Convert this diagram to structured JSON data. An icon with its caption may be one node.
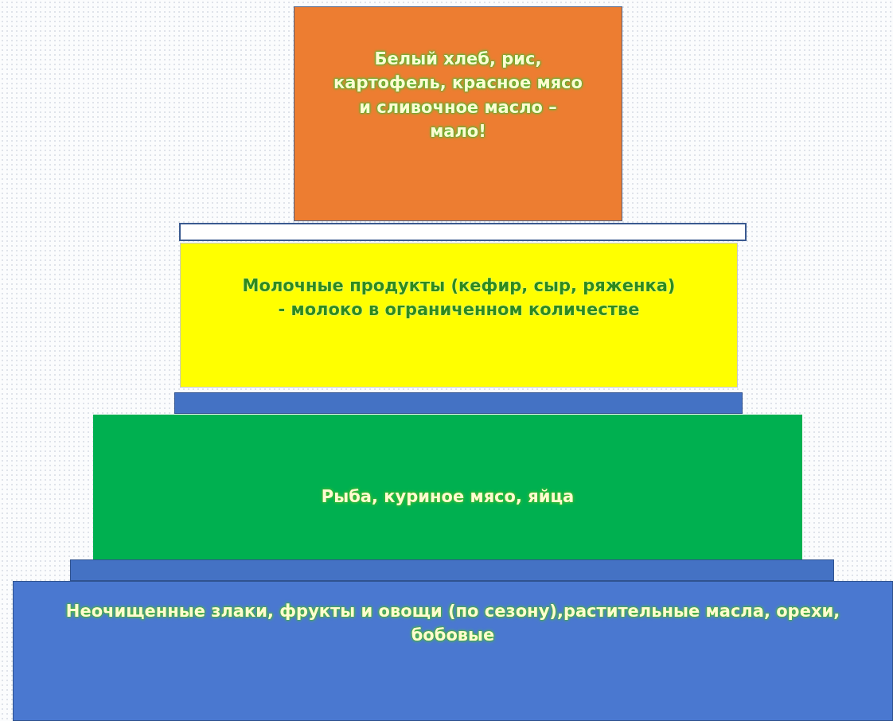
{
  "diagram": {
    "nodes": [
      {
        "text": [
          "Белый хлеб, рис, картофель, красное мясо и сливочное масло – мало!"
        ]
      },
      {
        "text": [],
        "shape": "bar"
      },
      {
        "text": [
          "Молочные продукты (кефир, сыр, ряженка) - молоко в ограниченном количестве"
        ]
      },
      {
        "text": [],
        "shape": "bar"
      },
      {
        "text": [
          "Рыба, куриное мясо, яйца"
        ]
      },
      {
        "text": [],
        "shape": "bar"
      },
      {
        "text": [
          "Неочищенные злаки, фрукты и овощи (по сезону),растительные масла, орехи, бобовые"
        ]
      }
    ]
  }
}
